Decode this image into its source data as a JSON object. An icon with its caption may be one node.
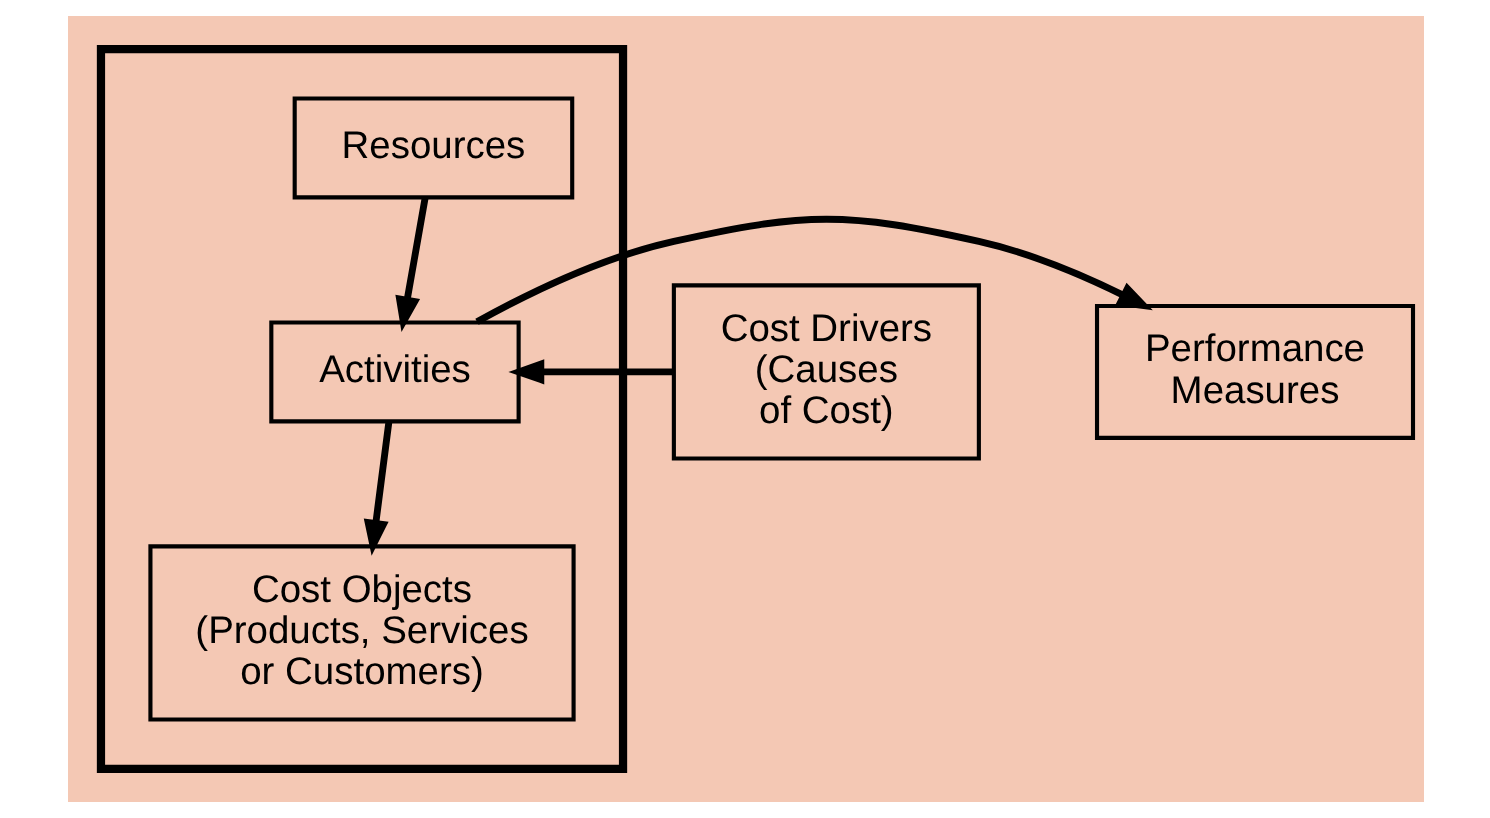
{
  "diagram": {
    "nodes": [
      {
        "text": [],
        "shape": "box"
      },
      {
        "text": [
          "Resources"
        ],
        "in": 0
      },
      {
        "text": [
          "Cost Drivers (Causes of Cost)"
        ]
      },
      {
        "text": [
          "Activities"
        ],
        "in": 0
      },
      {
        "text": [
          "Performance Measures"
        ]
      },
      {
        "text": [
          "Cost Objects (Products, Services or Customers)"
        ],
        "in": 0
      }
    ],
    "edges": [
      {
        "from": 1,
        "to": 3,
        "arrow": "to"
      },
      {
        "from": 2,
        "to": 3,
        "arrow": "to"
      },
      {
        "from": 3,
        "to": 4,
        "arrow": "to"
      },
      {
        "from": 3,
        "to": 5,
        "arrow": "to"
      }
    ]
  }
}
